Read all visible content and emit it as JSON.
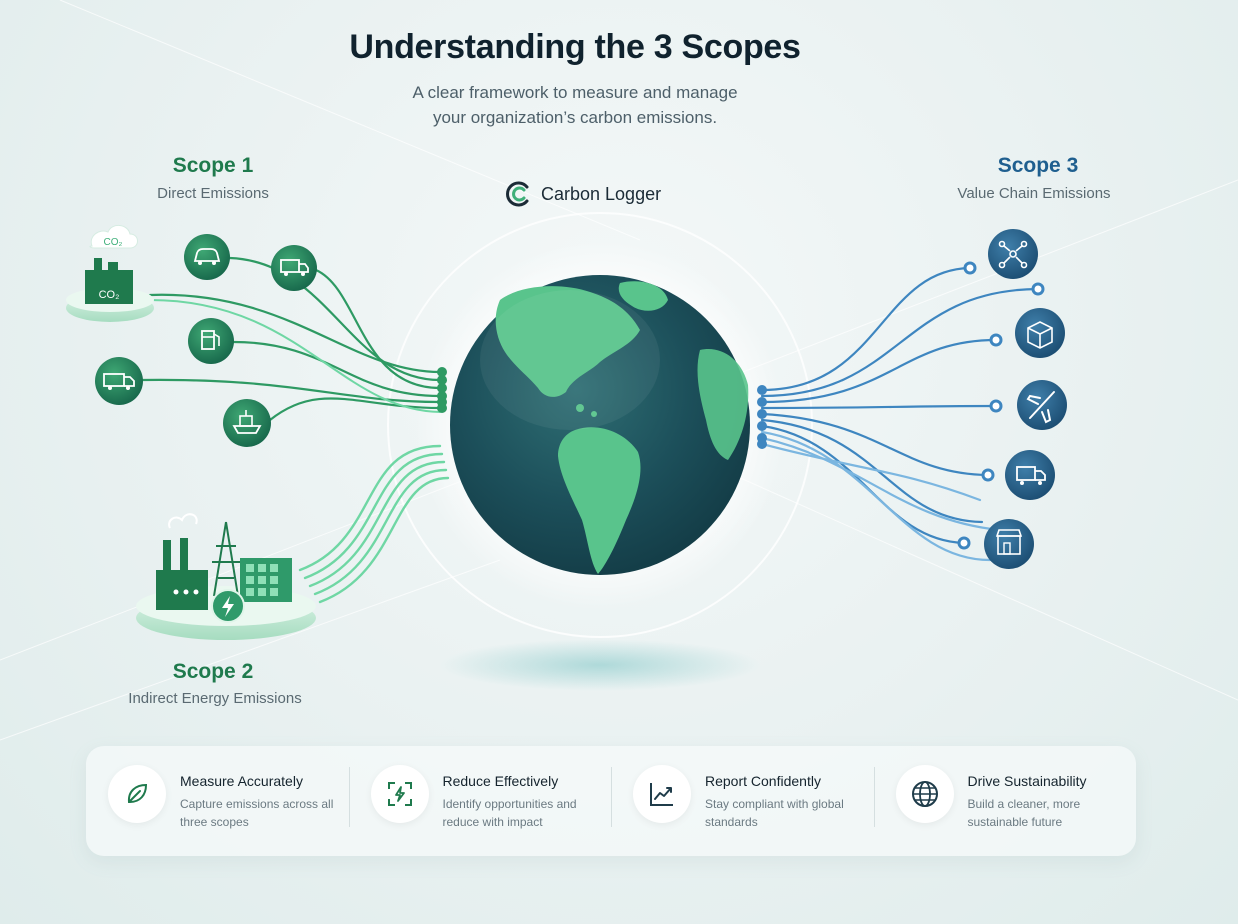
{
  "header": {
    "title": "Understanding the 3 Scopes",
    "subtitle_line1": "A clear framework to measure and manage",
    "subtitle_line2": "your organization’s carbon emissions."
  },
  "brand": {
    "name": "Carbon Logger",
    "icon": "carbon-logger-logo-icon"
  },
  "scopes": [
    {
      "title": "Scope 1",
      "subtitle": "Direct Emissions",
      "color": "#1f7a4d",
      "icons": [
        "factory-co2-icon",
        "car-icon",
        "delivery-van-icon",
        "fuel-pump-icon",
        "truck-icon",
        "ship-icon"
      ],
      "labels": {
        "cloud": "CO₂",
        "factory": "CO₂"
      }
    },
    {
      "title": "Scope 2",
      "subtitle": "Indirect Energy Emissions",
      "color": "#1f7a4d",
      "icons": [
        "power-plant-icon",
        "transmission-tower-icon",
        "building-icon",
        "electricity-icon"
      ]
    },
    {
      "title": "Scope 3",
      "subtitle": "Value Chain Emissions",
      "color": "#1f5f8f",
      "icons": [
        "network-icon",
        "packaging-icon",
        "airplane-icon",
        "truck-icon",
        "store-icon"
      ]
    }
  ],
  "features": [
    {
      "title": "Measure Accurately",
      "description": "Capture emissions across all three scopes",
      "icon": "leaf-icon"
    },
    {
      "title": "Reduce Effectively",
      "description": "Identify opportunities and reduce with impact",
      "icon": "energy-scan-icon"
    },
    {
      "title": "Report Confidently",
      "description": "Stay compliant with global standards",
      "icon": "trend-chart-icon"
    },
    {
      "title": "Drive Sustainability",
      "description": "Build a cleaner, more sustainable future",
      "icon": "globe-icon"
    }
  ],
  "colors": {
    "green_accent": "#1f7a4d",
    "green_light": "#5fd39a",
    "blue_accent": "#1f5f8f",
    "blue_light": "#4a90c8"
  }
}
